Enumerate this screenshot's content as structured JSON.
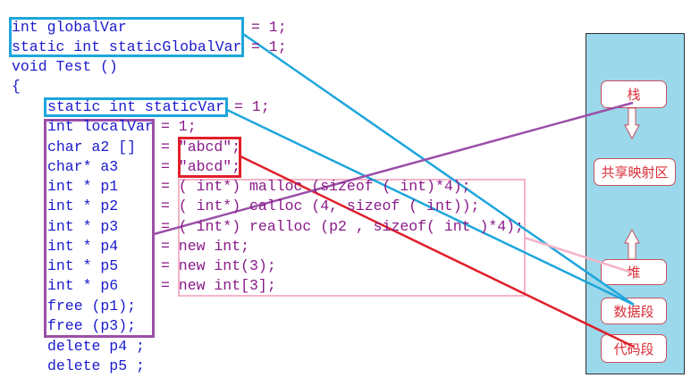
{
  "code_lines": [
    {
      "lhs": "int globalVar",
      "rhs": "= 1;"
    },
    {
      "lhs": "static int staticGlobalVar",
      "rhs": "= 1;"
    },
    {
      "lhs": "void Test ()",
      "rhs": ""
    },
    {
      "lhs": "{",
      "rhs": ""
    },
    {
      "lhs": "static int staticVar",
      "rhs": "= 1;"
    },
    {
      "lhs": "int localVar",
      "rhs": "= 1;"
    },
    {
      "lhs": "char a2 []",
      "rhs": "= \"abcd\";"
    },
    {
      "lhs": "char* a3",
      "rhs": "= \"abcd\";"
    },
    {
      "lhs": "int * p1",
      "rhs": "= ( int*) malloc (sizeof ( int)*4);"
    },
    {
      "lhs": "int * p2",
      "rhs": "= ( int*) calloc (4, sizeof ( int));"
    },
    {
      "lhs": "int * p3",
      "rhs": "= ( int*) realloc (p2 , sizeof( int )*4);"
    },
    {
      "lhs": "int * p4",
      "rhs": "= new int;"
    },
    {
      "lhs": "int * p5",
      "rhs": "= new int(3);"
    },
    {
      "lhs": "int * p6",
      "rhs": "= new int[3];"
    },
    {
      "lhs": "free (p1);",
      "rhs": ""
    },
    {
      "lhs": "free (p3);",
      "rhs": ""
    },
    {
      "lhs": "delete p4 ;",
      "rhs": ""
    },
    {
      "lhs": "delete p5 ;",
      "rhs": ""
    }
  ],
  "memory_segments": {
    "stack": "栈",
    "mmap": "共享映射区",
    "heap": "堆",
    "data": "数据段",
    "code": "代码段"
  },
  "colors": {
    "global_static": "#1ea6dc",
    "stack": "#9b4fa8",
    "string_literal": "#e0202a",
    "heap": "#f4b4c8",
    "panel": "#9bd8eb"
  }
}
